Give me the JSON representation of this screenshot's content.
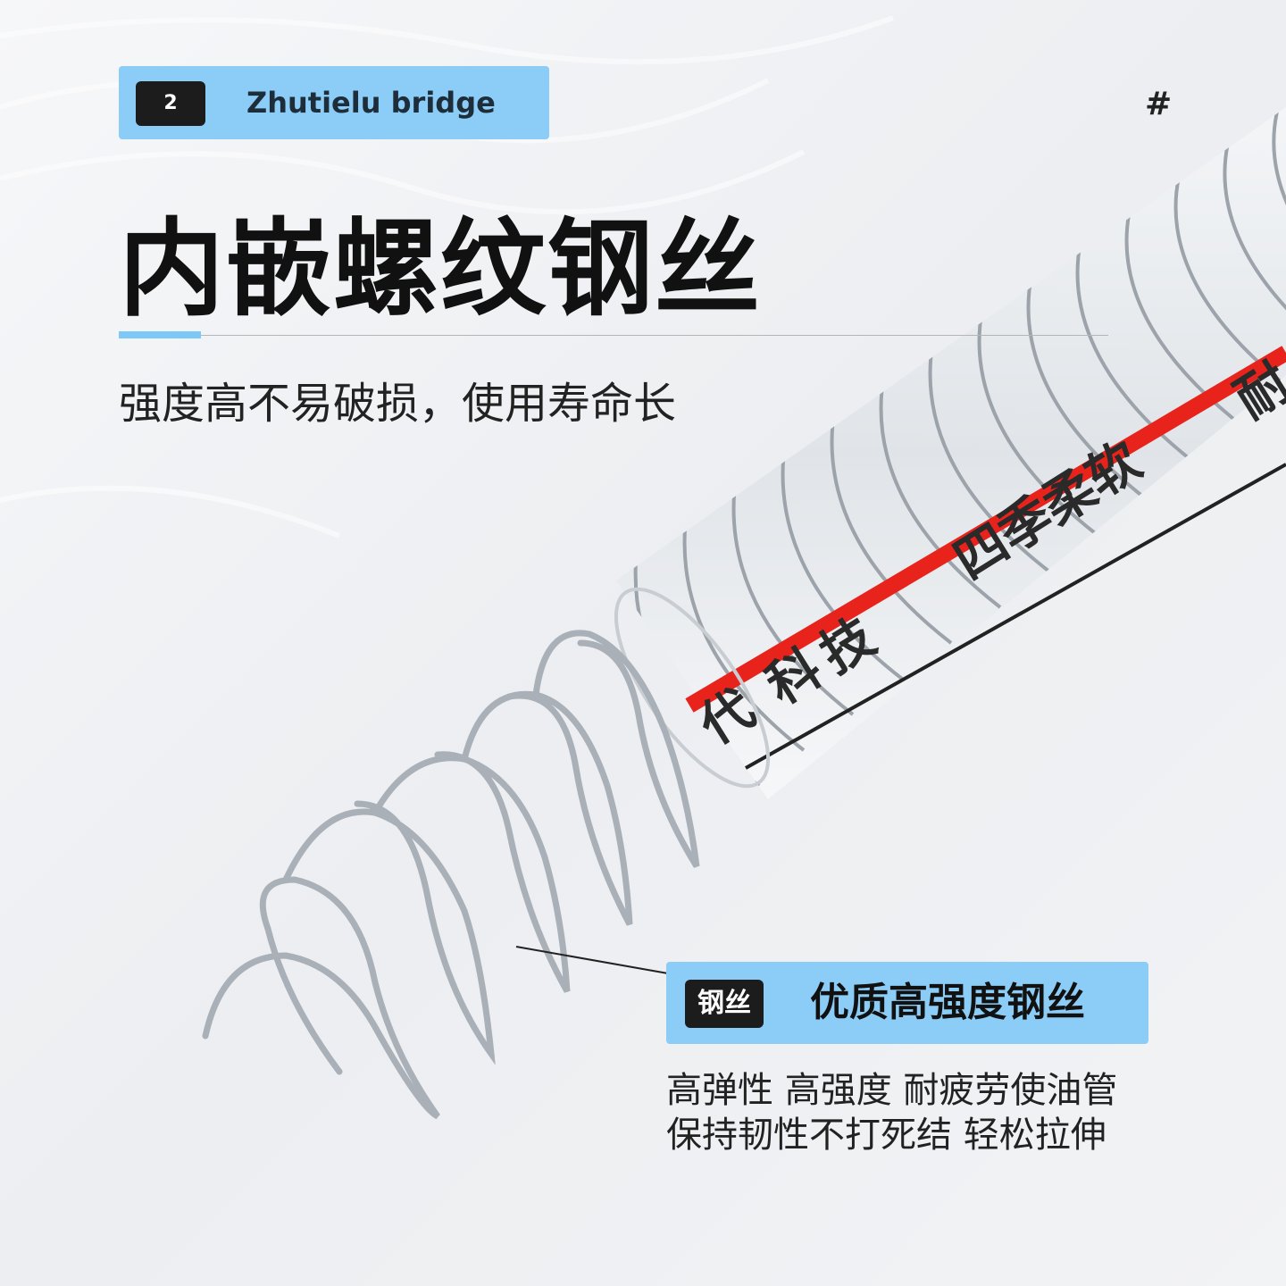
{
  "badge": {
    "number": "2",
    "text": "Zhutielu bridge"
  },
  "corner_mark": "#",
  "title": "内嵌螺纹钢丝",
  "subtitle": "强度高不易破损，使用寿命长",
  "hose_print": [
    "四季柔软",
    "技",
    "科",
    "代",
    "耐"
  ],
  "callout": {
    "tag": "钢丝",
    "title": "优质高强度钢丝"
  },
  "description": [
    "高弹性 高强度 耐疲劳使油管",
    "保持韧性不打死结 轻松拉伸"
  ],
  "colors": {
    "accent_blue": "#8ccdf7",
    "stripe_red": "#e8231c",
    "dark": "#1c1c1c"
  }
}
